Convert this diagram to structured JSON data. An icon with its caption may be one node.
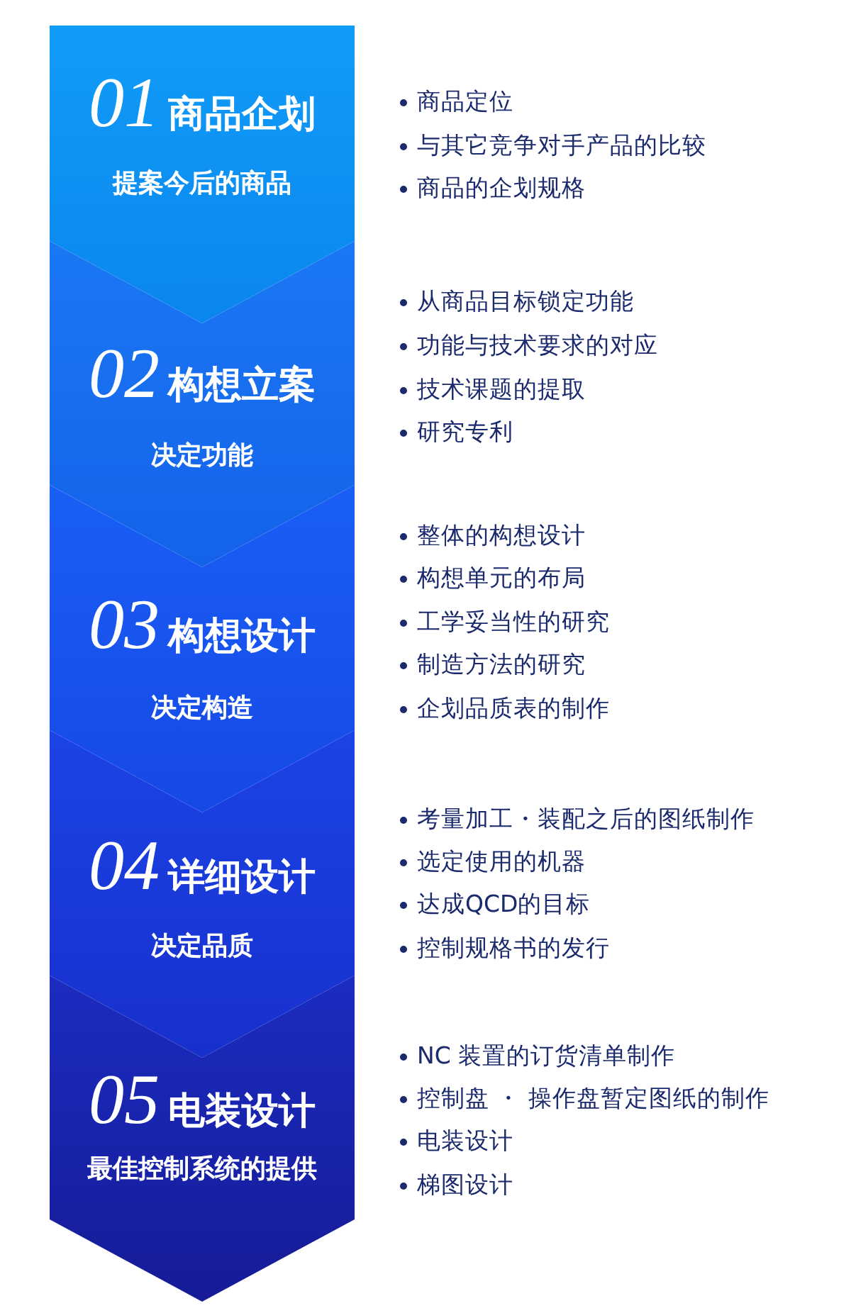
{
  "diagram": {
    "nodes": [
      {
        "text": [
          "01",
          "商品企划",
          "提案今后的商品"
        ],
        "beside": [
          "商品定位",
          "与其它竞争对手产品的比较",
          "商品的企划规格"
        ]
      },
      {
        "text": [
          "02",
          "构想立案",
          "决定功能"
        ],
        "beside": [
          "从商品目标锁定功能",
          "功能与技术要求的对应",
          "技术课题的提取",
          "研究专利"
        ]
      },
      {
        "text": [
          "03",
          "构想设计",
          "决定构造"
        ],
        "beside": [
          "整体的构想设计",
          "构想单元的布局",
          "工学妥当性的研究",
          "制造方法的研究",
          "企划品质表的制作"
        ]
      },
      {
        "text": [
          "04",
          "详细设计",
          "决定品质"
        ],
        "beside": [
          "考量加工・装配之后的图纸制作",
          "选定使用的机器",
          "达成QCD的目标",
          "控制规格书的发行"
        ]
      },
      {
        "text": [
          "05",
          "电装设计",
          "最佳控制系统的提供"
        ],
        "beside": [
          "NC 装置的订货清单制作",
          "控制盘 ・ 操作盘暂定图纸的制作",
          "电装设计",
          "梯图设计"
        ]
      }
    ]
  }
}
